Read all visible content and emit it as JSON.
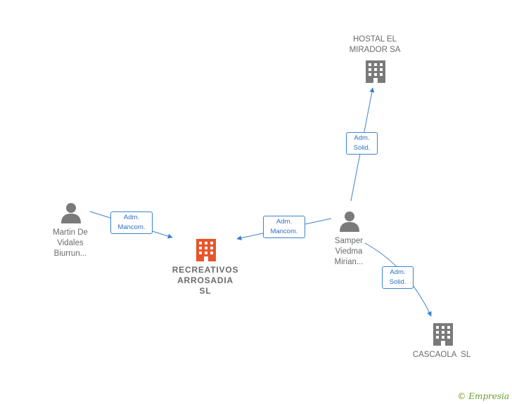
{
  "nodes": {
    "hostal": {
      "label_line1": "HOSTAL EL",
      "label_line2": "MIRADOR SA",
      "icon": "building-icon",
      "color": "#7a7a7a"
    },
    "recreativos": {
      "label_line1": "RECREATIVOS",
      "label_line2": "ARROSADIA",
      "label_line3": "SL",
      "icon": "building-icon",
      "color": "#e8542a"
    },
    "cascaola": {
      "label_line1": "CASCAOLA  SL",
      "icon": "building-icon",
      "color": "#7a7a7a"
    },
    "martin": {
      "label_line1": "Martin De",
      "label_line2": "Vidales",
      "label_line3": "Biurrun...",
      "icon": "person-icon",
      "color": "#7a7a7a"
    },
    "samper": {
      "label_line1": "Samper",
      "label_line2": "Viedma",
      "label_line3": "Mirian...",
      "icon": "person-icon",
      "color": "#7a7a7a"
    }
  },
  "edges": {
    "martin_recreativos": {
      "line1": "Adm.",
      "line2": "Mancom."
    },
    "samper_recreativos": {
      "line1": "Adm.",
      "line2": "Mancom."
    },
    "samper_hostal": {
      "line1": "Adm.",
      "line2": "Solid."
    },
    "samper_cascaola": {
      "line1": "Adm.",
      "line2": "Solid."
    }
  },
  "colors": {
    "edge": "#3b82d0",
    "accent": "#e8542a"
  },
  "footer": {
    "copyright_symbol": "©",
    "brand": "Empresia"
  }
}
